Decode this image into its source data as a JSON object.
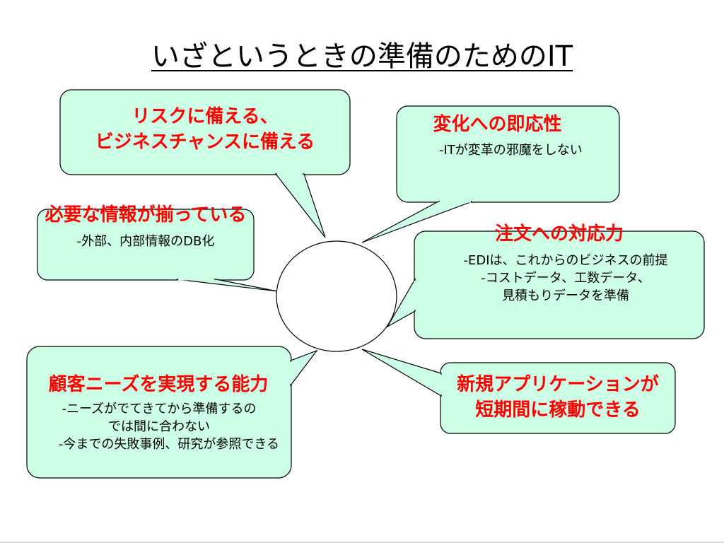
{
  "title": "いざというときの準備のためのIT",
  "colors": {
    "bubble_fill": "#ccffe6",
    "heading": "#ff0000",
    "outline": "#000000"
  },
  "bubbles": {
    "risk": {
      "heading": [
        "リスクに備える、",
        "ビジネスチャンスに備える"
      ],
      "lines": []
    },
    "change": {
      "heading": [
        "変化への即応性"
      ],
      "lines": [
        "-ITが変革の邪魔をしない"
      ]
    },
    "info": {
      "heading": [
        "必要な情報が揃っている"
      ],
      "lines": [
        "-外部、内部情報のDB化"
      ]
    },
    "order": {
      "heading": [
        "注文への対応力"
      ],
      "lines": [
        "-EDIは、これからのビジネスの前提",
        "-コストデータ、工数データ、",
        "見積もりデータを準備"
      ]
    },
    "needs": {
      "heading": [
        "顧客ニーズを実現する能力"
      ],
      "lines": [
        "-ニーズがでてきてから準備するの",
        "では間に合わない",
        "-今までの失敗事例、研究が参照できる"
      ]
    },
    "app": {
      "heading": [
        "新規アプリケーションが",
        "短期間に稼動できる"
      ],
      "lines": []
    }
  }
}
